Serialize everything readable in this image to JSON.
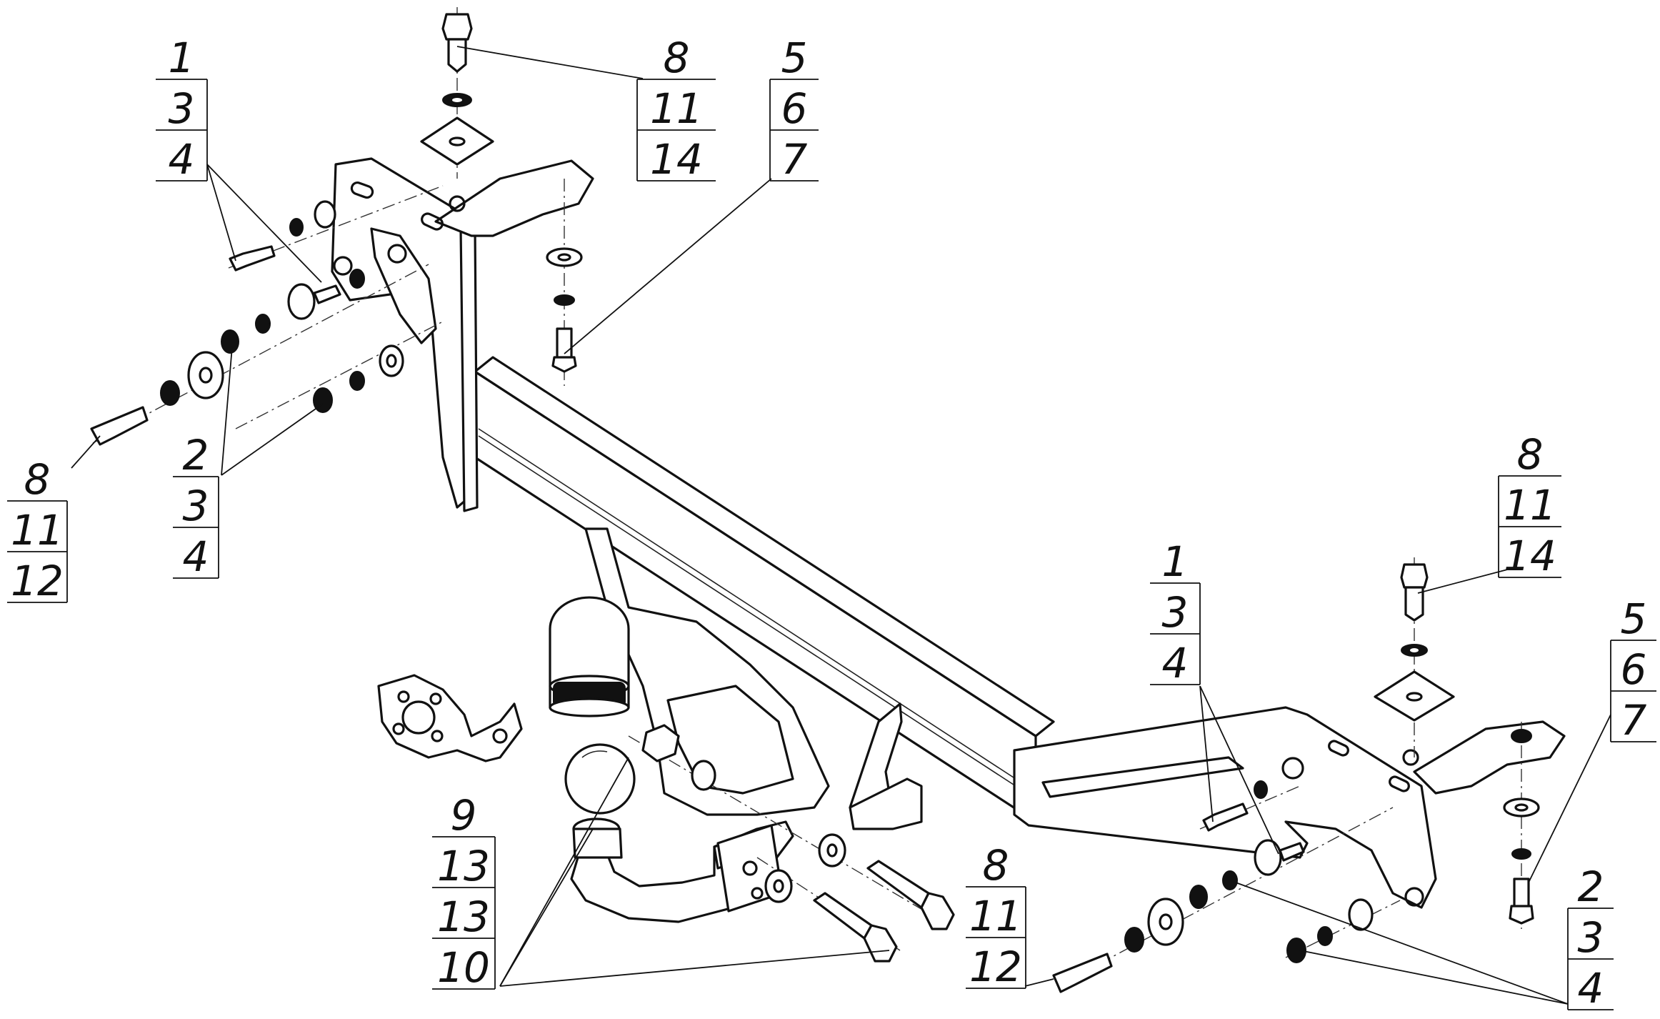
{
  "callouts": [
    {
      "id": "c1",
      "rows": [
        "1",
        "3",
        "4"
      ]
    },
    {
      "id": "c2",
      "rows": [
        "8",
        "11",
        "14"
      ]
    },
    {
      "id": "c3",
      "rows": [
        "5",
        "6",
        "7"
      ]
    },
    {
      "id": "c4",
      "rows": [
        "8",
        "11",
        "12"
      ]
    },
    {
      "id": "c5",
      "rows": [
        "2",
        "3",
        "4"
      ]
    },
    {
      "id": "c6",
      "rows": [
        "8",
        "11",
        "14"
      ]
    },
    {
      "id": "c7",
      "rows": [
        "1",
        "3",
        "4"
      ]
    },
    {
      "id": "c8",
      "rows": [
        "5",
        "6",
        "7"
      ]
    },
    {
      "id": "c9",
      "rows": [
        "9",
        "13",
        "13",
        "10"
      ]
    },
    {
      "id": "c10",
      "rows": [
        "8",
        "11",
        "12"
      ]
    },
    {
      "id": "c11",
      "rows": [
        "2",
        "3",
        "4"
      ]
    }
  ]
}
